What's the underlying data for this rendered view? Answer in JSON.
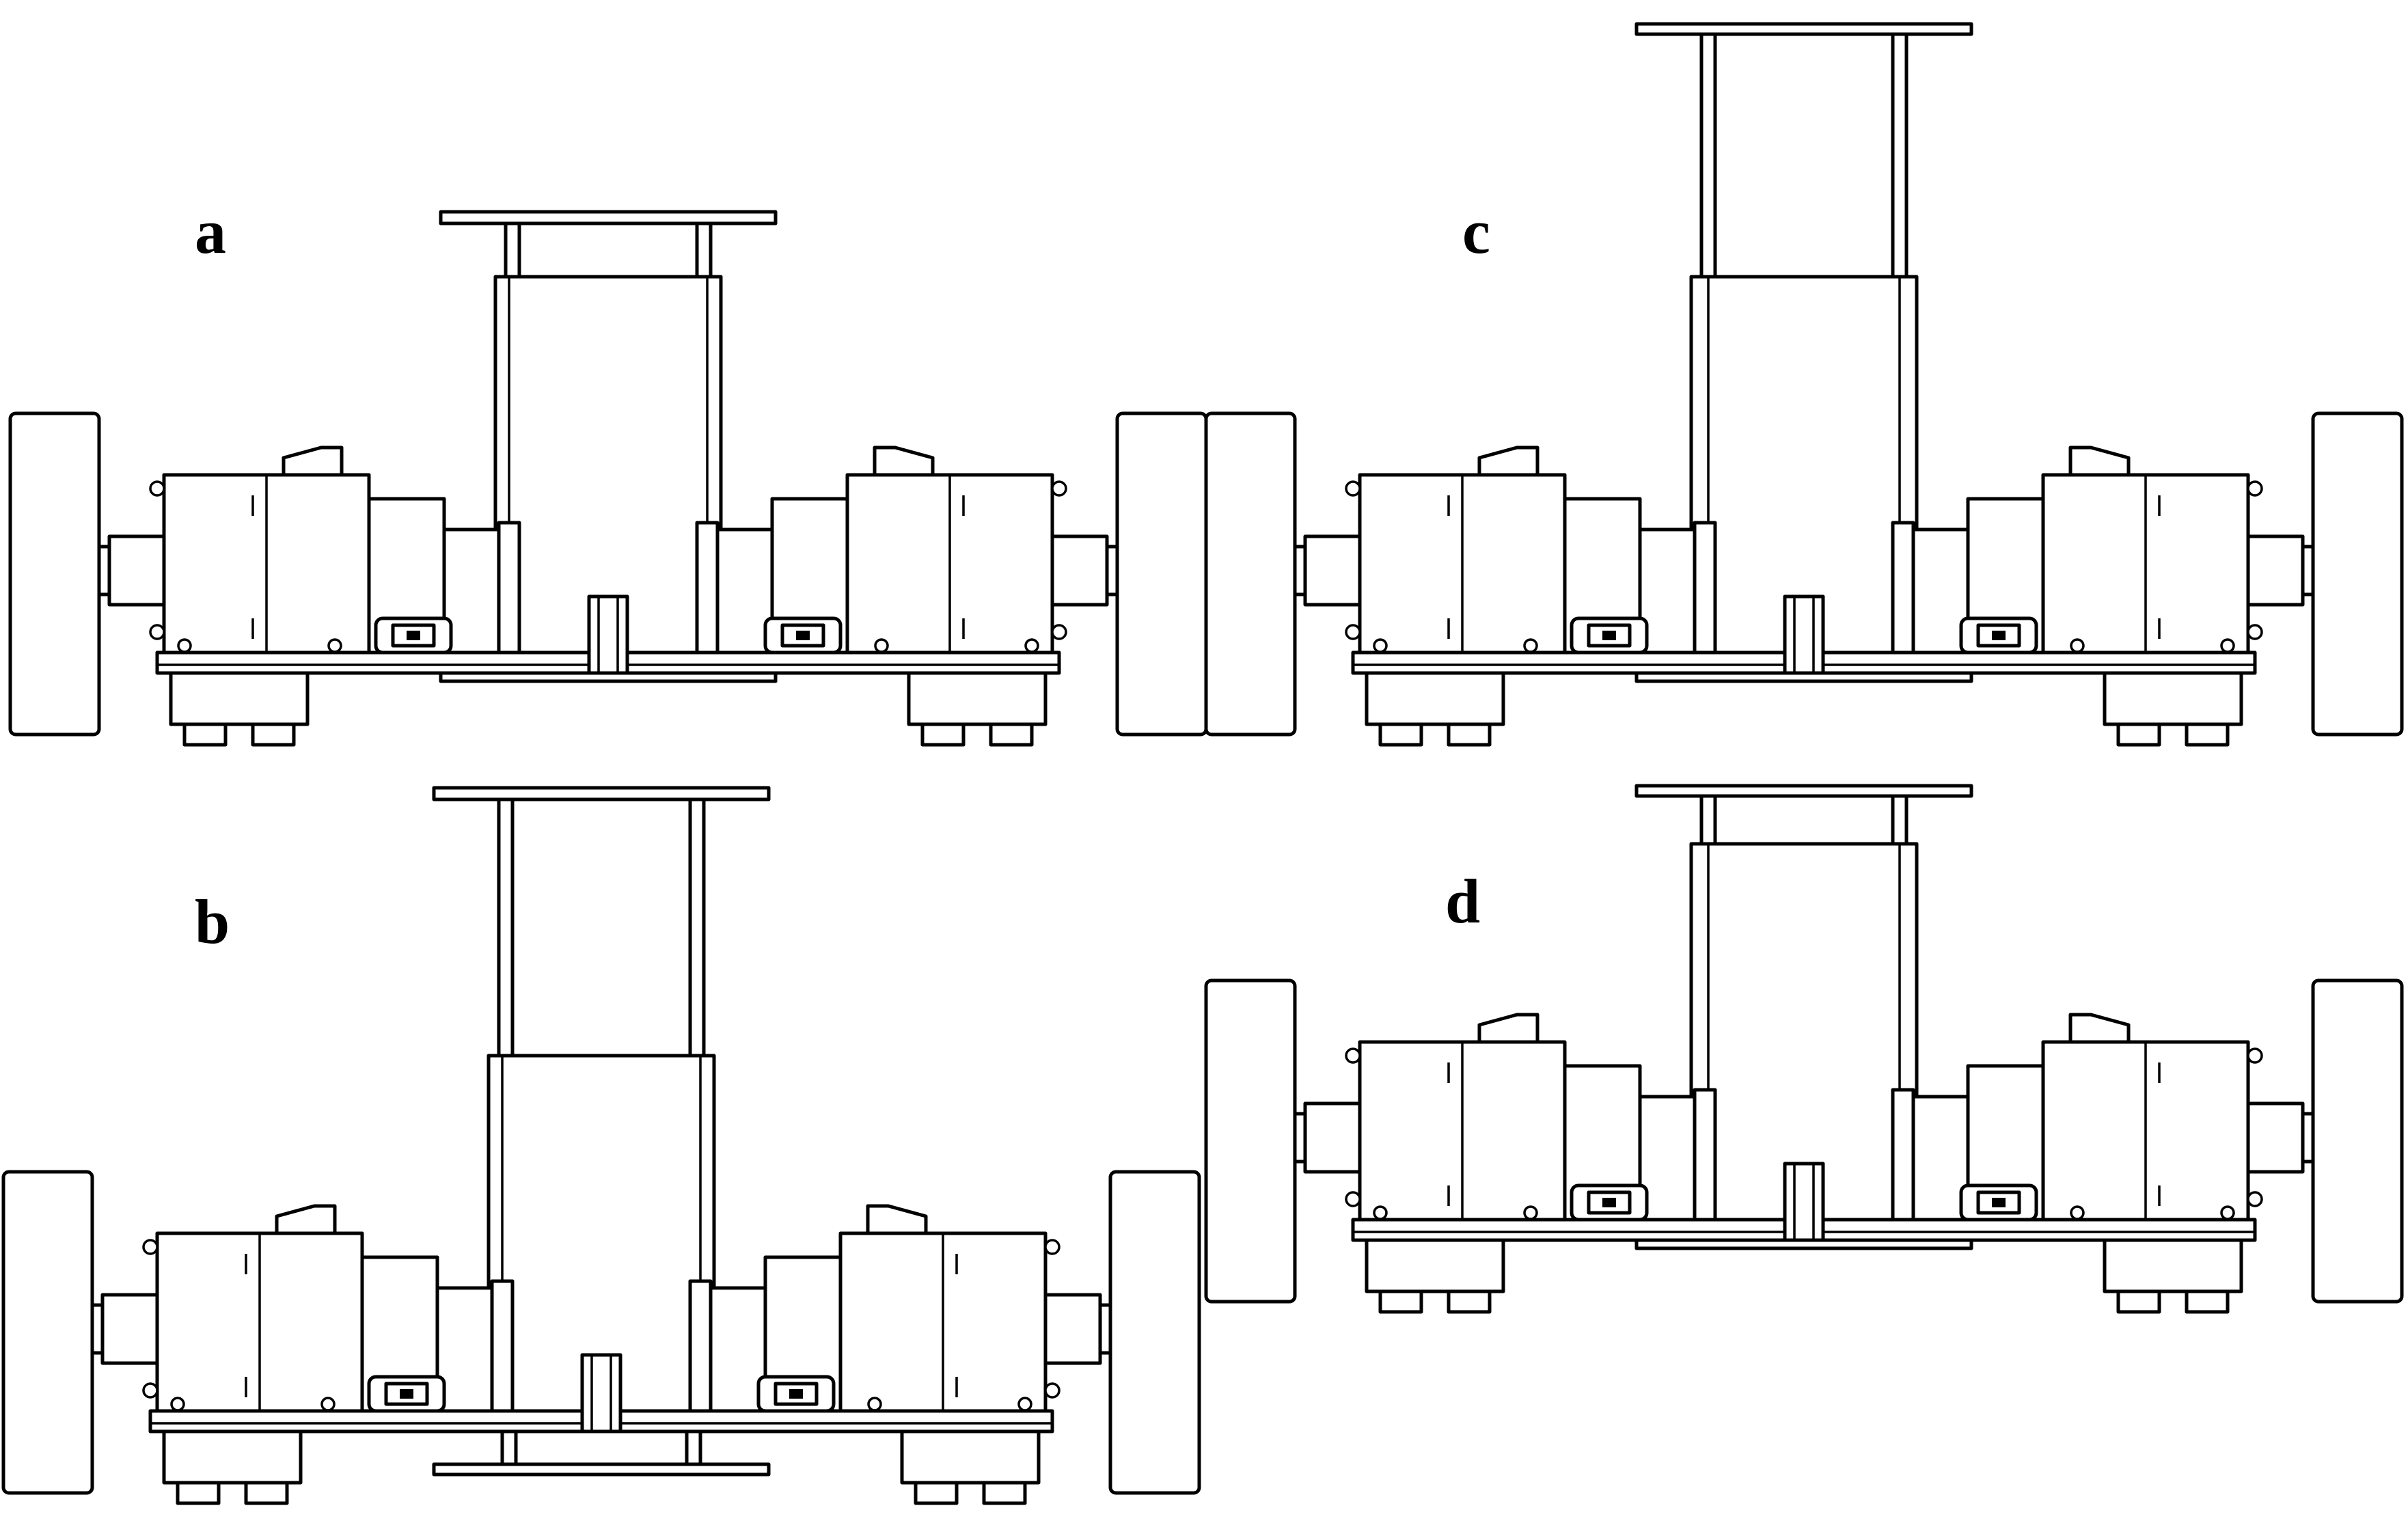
{
  "figure": {
    "panels": [
      {
        "id": "a",
        "label": "a"
      },
      {
        "id": "b",
        "label": "b"
      },
      {
        "id": "c",
        "label": "c"
      },
      {
        "id": "d",
        "label": "d"
      }
    ],
    "colors": {
      "line": "#000000",
      "background": "#ffffff"
    }
  }
}
